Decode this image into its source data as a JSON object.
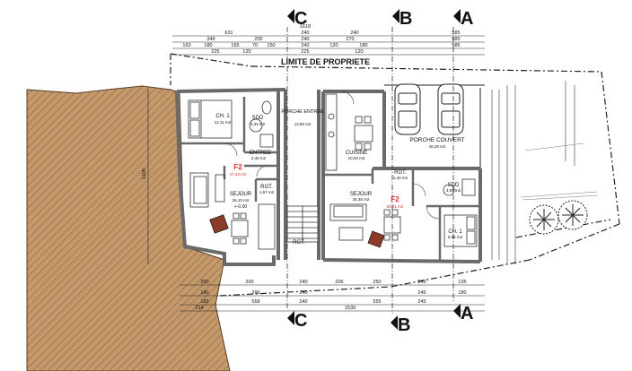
{
  "section_markers": {
    "top": [
      "C",
      "B",
      "A"
    ],
    "bottom": [
      "C",
      "B",
      "A"
    ]
  },
  "property_limit_label": "LIMITE DE PROPRIETE",
  "rooms": {
    "left_unit": {
      "ch1": {
        "name": "CH. 1",
        "area": "12,11 m2"
      },
      "sdd": {
        "name": "SDD",
        "area": "3,33 m2"
      },
      "entree": {
        "name": "ENTREE",
        "area": "2,49 m2"
      },
      "unit_label": "F2",
      "unit_area": "47,43 m2",
      "rgt": {
        "name": "RGT.",
        "area": "1,67 m2"
      },
      "sejour": {
        "name": "SEJOUR",
        "area": "26,10 m2",
        "level": "+-0.00"
      }
    },
    "porche_entree": {
      "name": "PORCHE ENTREE",
      "area": "13,59 m2"
    },
    "cuisine": {
      "name": "CUISINE",
      "area": "10,93 m2"
    },
    "porche_couvert": {
      "name": "PORCHE COUVERT",
      "area": "40,29 m2"
    },
    "right_unit": {
      "rgt": {
        "name": "RGT.",
        "area": "2,40 m2"
      },
      "sdd": {
        "name": "SDD",
        "area": "3,99 m2"
      },
      "sejour": {
        "name": "SEJOUR",
        "area": "26,35 m2"
      },
      "unit_label": "F2",
      "unit_area": "59,41 m2",
      "ch1": {
        "name": "CH. 1",
        "area": "9,66 m2"
      }
    },
    "rgt_stair": {
      "name": "RGT."
    }
  },
  "dimensions": {
    "top_row1": [
      "631",
      "1618",
      "240",
      "240",
      "585"
    ],
    "top_row2": [
      "349",
      "200",
      "240",
      "270",
      "585"
    ],
    "top_row3": [
      "163",
      "180",
      "165",
      "70",
      "150",
      "240",
      "120",
      "180",
      "585"
    ],
    "top_row4": [
      "225",
      "120",
      "225",
      "120"
    ],
    "bottom_row1": [
      "260",
      "200",
      "240",
      "206",
      "250",
      "245",
      "135"
    ],
    "bottom_row2": [
      "180",
      "286",
      "240",
      "245",
      "180"
    ],
    "bottom_row3": [
      "183",
      "568",
      "240",
      "555",
      "245"
    ],
    "bottom_row4": [
      "214",
      "1539"
    ],
    "side_left": "1106"
  },
  "colors": {
    "terrain": "#c49a6c",
    "wall": "#6a6a6a",
    "area_red": "#e03030"
  }
}
